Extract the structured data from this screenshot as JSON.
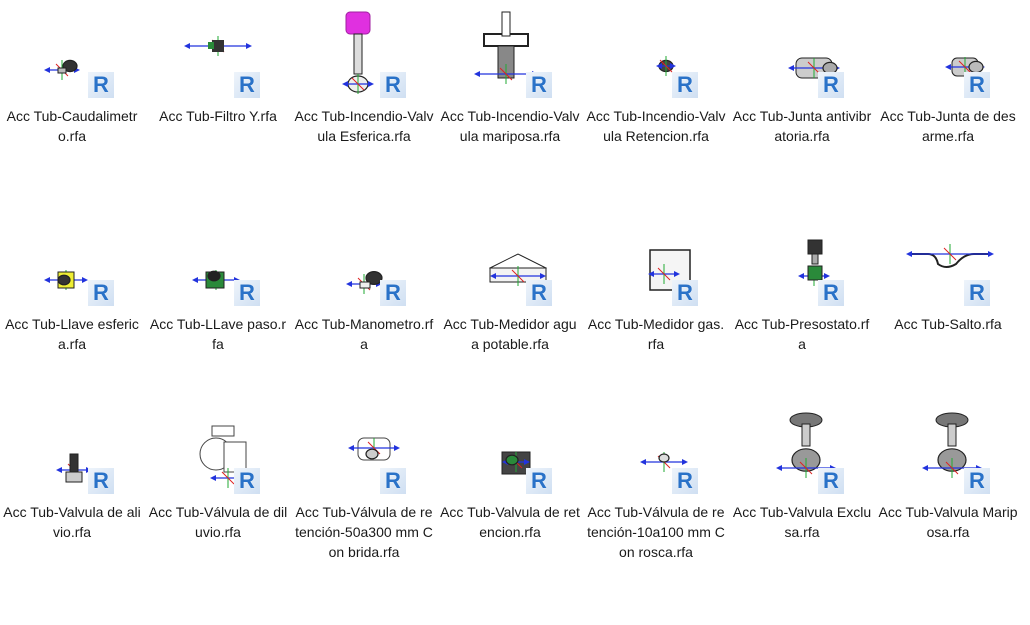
{
  "files": [
    {
      "label": "Acc Tub-Caudalimetro.rfa",
      "icon": "flowmeter-icon"
    },
    {
      "label": "Acc Tub-Filtro Y.rfa",
      "icon": "y-filter-icon"
    },
    {
      "label": "Acc Tub-Incendio-Valvula Esferica.rfa",
      "icon": "fire-ball-valve-icon"
    },
    {
      "label": "Acc Tub-Incendio-Valvula mariposa.rfa",
      "icon": "fire-butterfly-valve-icon"
    },
    {
      "label": "Acc Tub-Incendio-Valvula Retencion.rfa",
      "icon": "fire-check-valve-icon"
    },
    {
      "label": "Acc Tub-Junta antivibratoria.rfa",
      "icon": "anti-vibration-joint-icon"
    },
    {
      "label": "Acc Tub-Junta de desarme.rfa",
      "icon": "dismantling-joint-icon"
    },
    {
      "label": "Acc Tub-Llave esferica.rfa",
      "icon": "ball-key-icon"
    },
    {
      "label": "Acc Tub-LLave paso.rfa",
      "icon": "stop-key-icon"
    },
    {
      "label": "Acc Tub-Manometro.rfa",
      "icon": "manometer-icon"
    },
    {
      "label": "Acc Tub-Medidor agua potable.rfa",
      "icon": "water-meter-icon"
    },
    {
      "label": "Acc Tub-Medidor gas.rfa",
      "icon": "gas-meter-icon"
    },
    {
      "label": "Acc Tub-Presostato.rfa",
      "icon": "pressure-switch-icon"
    },
    {
      "label": "Acc Tub-Salto.rfa",
      "icon": "pipe-jump-icon"
    },
    {
      "label": "Acc Tub-Valvula de alivio.rfa",
      "icon": "relief-valve-icon"
    },
    {
      "label": "Acc Tub-Válvula de diluvio.rfa",
      "icon": "deluge-valve-icon"
    },
    {
      "label": "Acc Tub-Válvula de retención-50a300 mm Con brida.rfa",
      "icon": "flanged-check-valve-icon"
    },
    {
      "label": "Acc Tub-Valvula de retencion.rfa",
      "icon": "check-valve-icon"
    },
    {
      "label": "Acc Tub-Válvula de retención-10a100 mm Con rosca.rfa",
      "icon": "threaded-check-valve-icon"
    },
    {
      "label": "Acc Tub-Valvula Exclusa.rfa",
      "icon": "gate-valve-icon"
    },
    {
      "label": "Acc Tub-Valvula Mariposa.rfa",
      "icon": "butterfly-valve-icon"
    }
  ],
  "badge": {
    "letter": "R",
    "color": "#2a72c8"
  }
}
